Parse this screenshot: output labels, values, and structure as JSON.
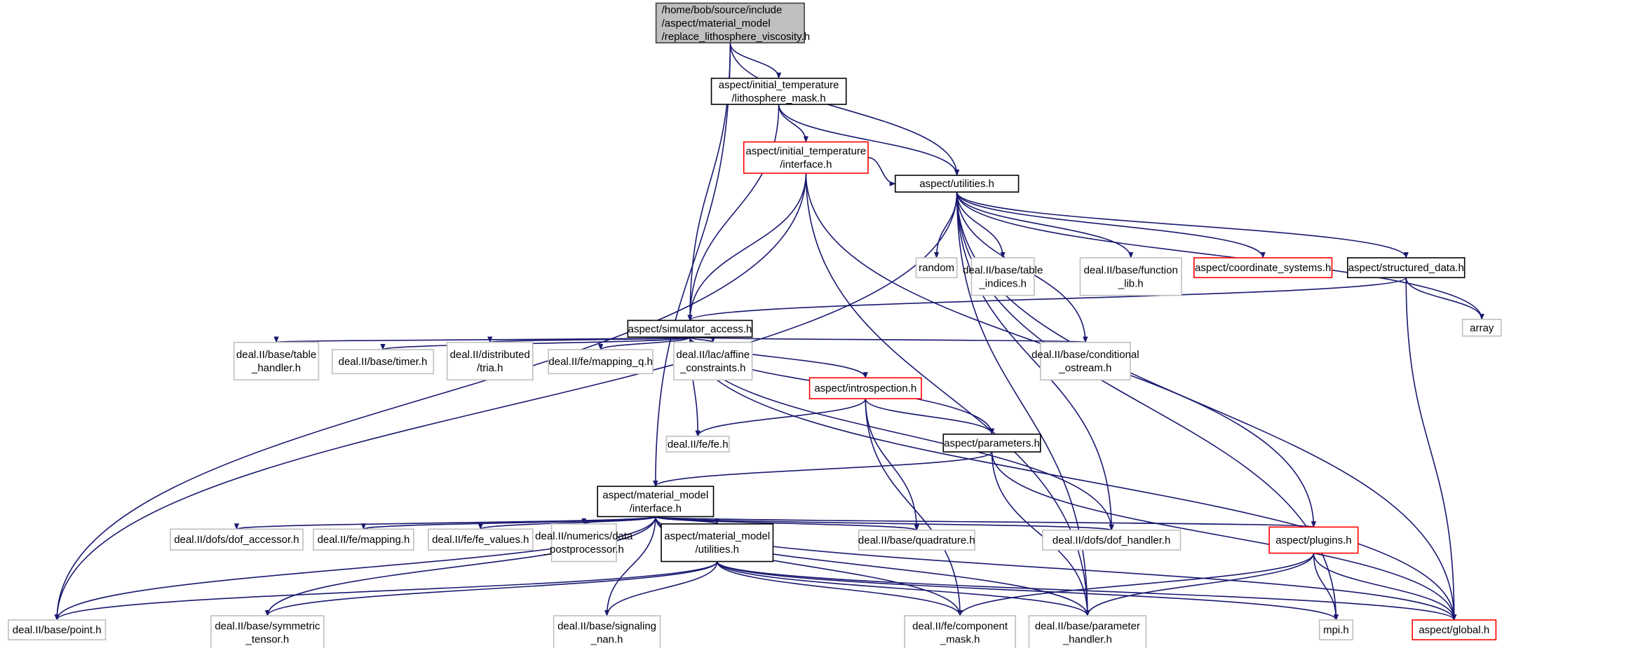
{
  "colors": {
    "edge": "#191970",
    "root_fill": "#bfbfbf",
    "root_border": "#404040",
    "documented_border": "#000000",
    "external_border": "#bfbfbf",
    "truncated_border": "#ff0000",
    "node_fill": "#ffffff"
  },
  "nodes": [
    {
      "id": "root",
      "kind": "root",
      "lines": [
        "/home/bob/source/include",
        "/aspect/material_model",
        "/replace_lithosphere_viscosity.h"
      ]
    },
    {
      "id": "litho_mask",
      "kind": "documented",
      "lines": [
        "aspect/initial_temperature",
        "/lithosphere_mask.h"
      ]
    },
    {
      "id": "it_interface",
      "kind": "truncated",
      "lines": [
        "aspect/initial_temperature",
        "/interface.h"
      ]
    },
    {
      "id": "utilities",
      "kind": "documented",
      "lines": [
        "aspect/utilities.h"
      ]
    },
    {
      "id": "random",
      "kind": "external",
      "lines": [
        "random"
      ]
    },
    {
      "id": "table_indices",
      "kind": "external",
      "lines": [
        "deal.II/base/table",
        "_indices.h"
      ]
    },
    {
      "id": "function_lib",
      "kind": "external",
      "lines": [
        "deal.II/base/function",
        "_lib.h"
      ]
    },
    {
      "id": "coord_sys",
      "kind": "truncated",
      "lines": [
        "aspect/coordinate_systems.h"
      ]
    },
    {
      "id": "structured_data",
      "kind": "documented",
      "lines": [
        "aspect/structured_data.h"
      ]
    },
    {
      "id": "array",
      "kind": "external",
      "lines": [
        "array"
      ]
    },
    {
      "id": "sim_access",
      "kind": "documented",
      "lines": [
        "aspect/simulator_access.h"
      ]
    },
    {
      "id": "table_handler",
      "kind": "external",
      "lines": [
        "deal.II/base/table",
        "_handler.h"
      ]
    },
    {
      "id": "timer",
      "kind": "external",
      "lines": [
        "deal.II/base/timer.h"
      ]
    },
    {
      "id": "dist_tria",
      "kind": "external",
      "lines": [
        "deal.II/distributed",
        "/tria.h"
      ]
    },
    {
      "id": "mapping_q",
      "kind": "external",
      "lines": [
        "deal.II/fe/mapping_q.h"
      ]
    },
    {
      "id": "affine",
      "kind": "external",
      "lines": [
        "deal.II/lac/affine",
        "_constraints.h"
      ]
    },
    {
      "id": "introspection",
      "kind": "truncated",
      "lines": [
        "aspect/introspection.h"
      ]
    },
    {
      "id": "cond_ostream",
      "kind": "external",
      "lines": [
        "deal.II/base/conditional",
        "_ostream.h"
      ]
    },
    {
      "id": "fe_h",
      "kind": "external",
      "lines": [
        "deal.II/fe/fe.h"
      ]
    },
    {
      "id": "parameters",
      "kind": "documented",
      "lines": [
        "aspect/parameters.h"
      ]
    },
    {
      "id": "mm_interface",
      "kind": "documented",
      "lines": [
        "aspect/material_model",
        "/interface.h"
      ]
    },
    {
      "id": "dof_accessor",
      "kind": "external",
      "lines": [
        "deal.II/dofs/dof_accessor.h"
      ]
    },
    {
      "id": "mapping",
      "kind": "external",
      "lines": [
        "deal.II/fe/mapping.h"
      ]
    },
    {
      "id": "fe_values",
      "kind": "external",
      "lines": [
        "deal.II/fe/fe_values.h"
      ]
    },
    {
      "id": "data_post",
      "kind": "external",
      "lines": [
        "deal.II/numerics/data",
        "_postprocessor.h"
      ]
    },
    {
      "id": "mm_utilities",
      "kind": "documented",
      "lines": [
        "aspect/material_model",
        "/utilities.h"
      ]
    },
    {
      "id": "quadrature",
      "kind": "external",
      "lines": [
        "deal.II/base/quadrature.h"
      ]
    },
    {
      "id": "dof_handler",
      "kind": "external",
      "lines": [
        "deal.II/dofs/dof_handler.h"
      ]
    },
    {
      "id": "plugins",
      "kind": "truncated",
      "lines": [
        "aspect/plugins.h"
      ]
    },
    {
      "id": "point",
      "kind": "external",
      "lines": [
        "deal.II/base/point.h"
      ]
    },
    {
      "id": "sym_tensor",
      "kind": "external",
      "lines": [
        "deal.II/base/symmetric",
        "_tensor.h"
      ]
    },
    {
      "id": "signaling_nan",
      "kind": "external",
      "lines": [
        "deal.II/base/signaling",
        "_nan.h"
      ]
    },
    {
      "id": "component_mask",
      "kind": "external",
      "lines": [
        "deal.II/fe/component",
        "_mask.h"
      ]
    },
    {
      "id": "param_handler",
      "kind": "external",
      "lines": [
        "deal.II/base/parameter",
        "_handler.h"
      ]
    },
    {
      "id": "mpi",
      "kind": "external",
      "lines": [
        "mpi.h"
      ]
    },
    {
      "id": "global",
      "kind": "truncated",
      "lines": [
        "aspect/global.h"
      ]
    }
  ],
  "edges": [
    [
      "root",
      "litho_mask"
    ],
    [
      "root",
      "sim_access"
    ],
    [
      "root",
      "utilities"
    ],
    [
      "root",
      "mm_interface"
    ],
    [
      "litho_mask",
      "it_interface"
    ],
    [
      "litho_mask",
      "sim_access"
    ],
    [
      "litho_mask",
      "utilities"
    ],
    [
      "it_interface",
      "utilities"
    ],
    [
      "it_interface",
      "sim_access"
    ],
    [
      "it_interface",
      "point"
    ],
    [
      "it_interface",
      "plugins"
    ],
    [
      "it_interface",
      "param_handler"
    ],
    [
      "utilities",
      "random"
    ],
    [
      "utilities",
      "table_indices"
    ],
    [
      "utilities",
      "function_lib"
    ],
    [
      "utilities",
      "coord_sys"
    ],
    [
      "utilities",
      "structured_data"
    ],
    [
      "utilities",
      "array"
    ],
    [
      "utilities",
      "mpi"
    ],
    [
      "utilities",
      "global"
    ],
    [
      "utilities",
      "point"
    ],
    [
      "utilities",
      "cond_ostream"
    ],
    [
      "utilities",
      "dof_handler"
    ],
    [
      "utilities",
      "param_handler"
    ],
    [
      "structured_data",
      "sim_access"
    ],
    [
      "structured_data",
      "array"
    ],
    [
      "structured_data",
      "global"
    ],
    [
      "sim_access",
      "table_handler"
    ],
    [
      "sim_access",
      "timer"
    ],
    [
      "sim_access",
      "dist_tria"
    ],
    [
      "sim_access",
      "mapping_q"
    ],
    [
      "sim_access",
      "affine"
    ],
    [
      "sim_access",
      "introspection"
    ],
    [
      "sim_access",
      "cond_ostream"
    ],
    [
      "sim_access",
      "parameters"
    ],
    [
      "sim_access",
      "fe_h"
    ],
    [
      "sim_access",
      "dof_handler"
    ],
    [
      "sim_access",
      "global"
    ],
    [
      "introspection",
      "fe_h"
    ],
    [
      "introspection",
      "parameters"
    ],
    [
      "introspection",
      "quadrature"
    ],
    [
      "introspection",
      "component_mask"
    ],
    [
      "parameters",
      "mm_interface"
    ],
    [
      "parameters",
      "param_handler"
    ],
    [
      "parameters",
      "global"
    ],
    [
      "mm_interface",
      "point"
    ],
    [
      "mm_interface",
      "sym_tensor"
    ],
    [
      "mm_interface",
      "signaling_nan"
    ],
    [
      "mm_interface",
      "dof_accessor"
    ],
    [
      "mm_interface",
      "mapping"
    ],
    [
      "mm_interface",
      "fe_values"
    ],
    [
      "mm_interface",
      "data_post"
    ],
    [
      "mm_interface",
      "mm_utilities"
    ],
    [
      "mm_interface",
      "quadrature"
    ],
    [
      "mm_interface",
      "dof_handler"
    ],
    [
      "mm_interface",
      "plugins"
    ],
    [
      "mm_interface",
      "global"
    ],
    [
      "mm_interface",
      "component_mask"
    ],
    [
      "mm_interface",
      "param_handler"
    ],
    [
      "mm_utilities",
      "point"
    ],
    [
      "mm_utilities",
      "sym_tensor"
    ],
    [
      "mm_utilities",
      "signaling_nan"
    ],
    [
      "mm_utilities",
      "component_mask"
    ],
    [
      "mm_utilities",
      "param_handler"
    ],
    [
      "mm_utilities",
      "mpi"
    ],
    [
      "mm_utilities",
      "global"
    ],
    [
      "plugins",
      "component_mask"
    ],
    [
      "plugins",
      "param_handler"
    ],
    [
      "plugins",
      "mpi"
    ],
    [
      "plugins",
      "global"
    ]
  ]
}
